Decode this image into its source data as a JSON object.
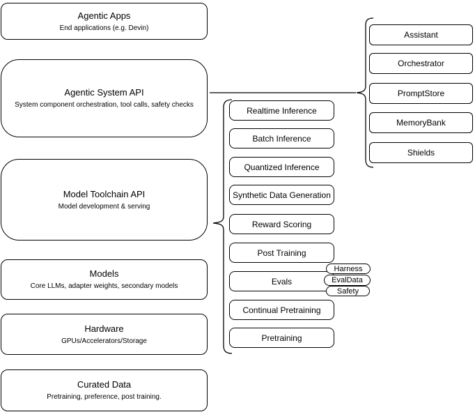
{
  "stack": {
    "boxes": [
      {
        "title": "Agentic Apps",
        "subtitle": "End applications (e.g. Devin)"
      },
      {
        "title": "Agentic System API",
        "subtitle": "System component orchestration, tool calls, safety checks"
      },
      {
        "title": "Model Toolchain API",
        "subtitle": "Model development & serving"
      },
      {
        "title": "Models",
        "subtitle": "Core LLMs, adapter weights, secondary models"
      },
      {
        "title": "Hardware",
        "subtitle": "GPUs/Accelerators/Storage"
      },
      {
        "title": "Curated Data",
        "subtitle": "Pretraining, preference, post training."
      }
    ]
  },
  "toolchain_group": {
    "items": [
      "Realtime Inference",
      "Batch Inference",
      "Quantized Inference",
      "Synthetic Data Generation",
      "Reward Scoring",
      "Post Training",
      "Evals",
      "Continual Pretraining",
      "Pretraining"
    ],
    "eval_tags": [
      "Harness",
      "EvalData",
      "Safety"
    ]
  },
  "system_group": {
    "items": [
      "Assistant",
      "Orchestrator",
      "PromptStore",
      "MemoryBank",
      "Shields"
    ]
  },
  "colors": {
    "stroke": "#000000",
    "background": "#ffffff",
    "text": "#000000"
  }
}
